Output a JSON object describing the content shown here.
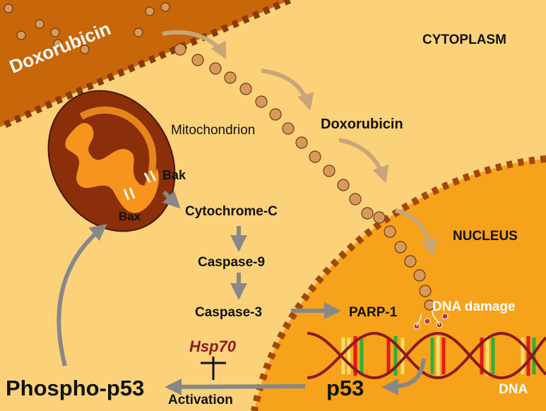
{
  "labels": {
    "doxorubicin_membrane": "Doxorubicin",
    "cytoplasm": "CYTOPLASM",
    "mitochondrion": "Mitochondrion",
    "doxorubicin_cyto": "Doxorubicin",
    "bak": "Bak",
    "bax": "Bax",
    "cytochrome_c": "Cytochrome-C",
    "caspase9": "Caspase-9",
    "caspase3": "Caspase-3",
    "parp1": "PARP-1",
    "dna_damage": "DNA damage",
    "nucleus": "NUCLEUS",
    "hsp70": "Hsp70",
    "phospho_p53": "Phospho-p53",
    "activation": "Activation",
    "p53": "p53",
    "dna": "DNA"
  },
  "colors": {
    "cytoplasm_bg": "#fbd27a",
    "outer_membrane": "#c8660a",
    "nucleus": "#f6a21a",
    "mitochondrion_outer": "#8a2f0a",
    "mitochondrion_inner": "#f7941d",
    "drug_particle": "#d89a5a",
    "arrow_gray": "#888888",
    "hsp70_text": "#8b1a1a"
  }
}
